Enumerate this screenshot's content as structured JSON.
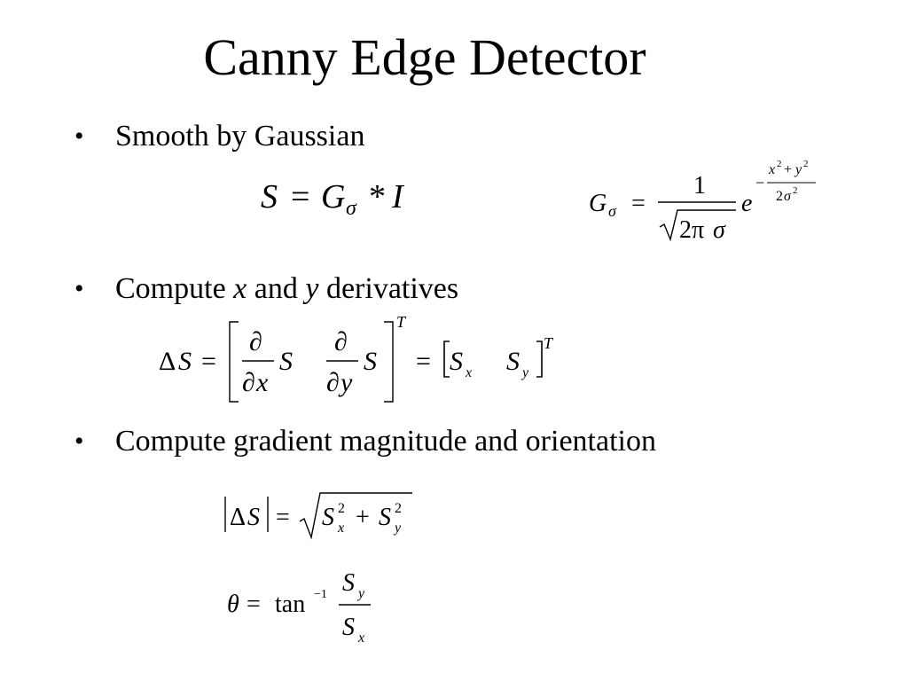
{
  "slide": {
    "title": "Canny Edge Detector",
    "bullet_symbol": "•",
    "bullets": [
      {
        "text": "Smooth by Gaussian"
      },
      {
        "prefix": "Compute ",
        "var_x": "x",
        "middle": " and ",
        "var_y": "y",
        "suffix": " derivatives"
      },
      {
        "text": "Compute gradient magnitude and orientation"
      }
    ]
  },
  "equations": {
    "smooth": {
      "S": "S",
      "eq": "=",
      "G": "G",
      "sigma": "σ",
      "star": "*",
      "I": "I"
    },
    "gaussian": {
      "G": "G",
      "sigma": "σ",
      "eq": "=",
      "one": "1",
      "two_pi": "2π",
      "sigma_den": "σ",
      "e": "e",
      "minus": "−",
      "x": "x",
      "sq": "2",
      "plus": "+",
      "y": "y",
      "two": "2"
    },
    "derivative": {
      "delta": "Δ",
      "S": "S",
      "eq": "=",
      "partial": "∂",
      "x": "x",
      "y": "y",
      "T": "T",
      "sub_x": "x",
      "sub_y": "y"
    },
    "magnitude": {
      "delta": "Δ",
      "S": "S",
      "eq": "=",
      "sq": "2",
      "sub_x": "x",
      "sub_y": "y",
      "plus": "+"
    },
    "orientation": {
      "theta": "θ",
      "eq": "=",
      "tan": "tan",
      "inv": "−1",
      "S": "S",
      "sub_y": "y",
      "sub_x": "x"
    }
  }
}
